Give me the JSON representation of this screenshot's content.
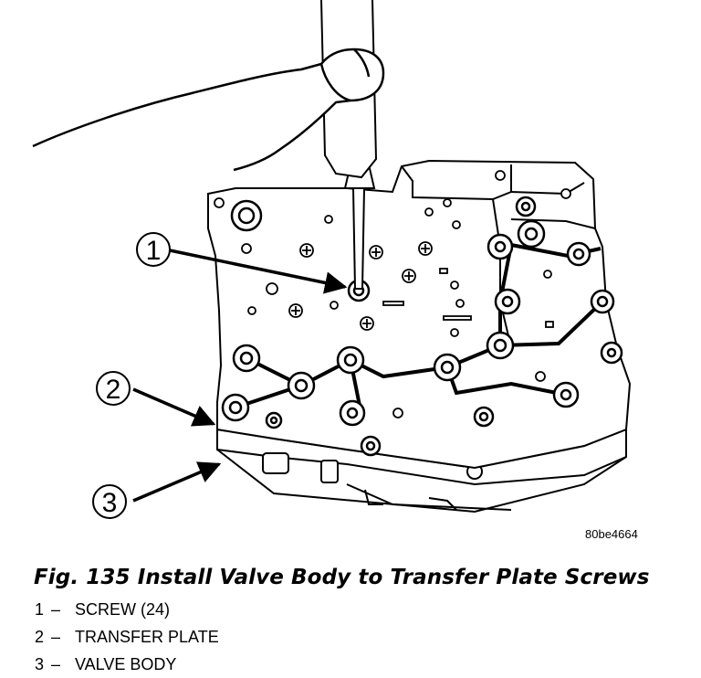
{
  "figure": {
    "ref_code": "80be4664",
    "caption": "Fig. 135 Install Valve Body to Transfer Plate Screws",
    "callouts": [
      {
        "number": "1"
      },
      {
        "number": "2"
      },
      {
        "number": "3"
      }
    ],
    "legend": [
      {
        "number": "1",
        "separator": "–",
        "label": "SCREW (24)"
      },
      {
        "number": "2",
        "separator": "–",
        "label": "TRANSFER PLATE"
      },
      {
        "number": "3",
        "separator": "–",
        "label": "VALVE BODY"
      }
    ]
  }
}
